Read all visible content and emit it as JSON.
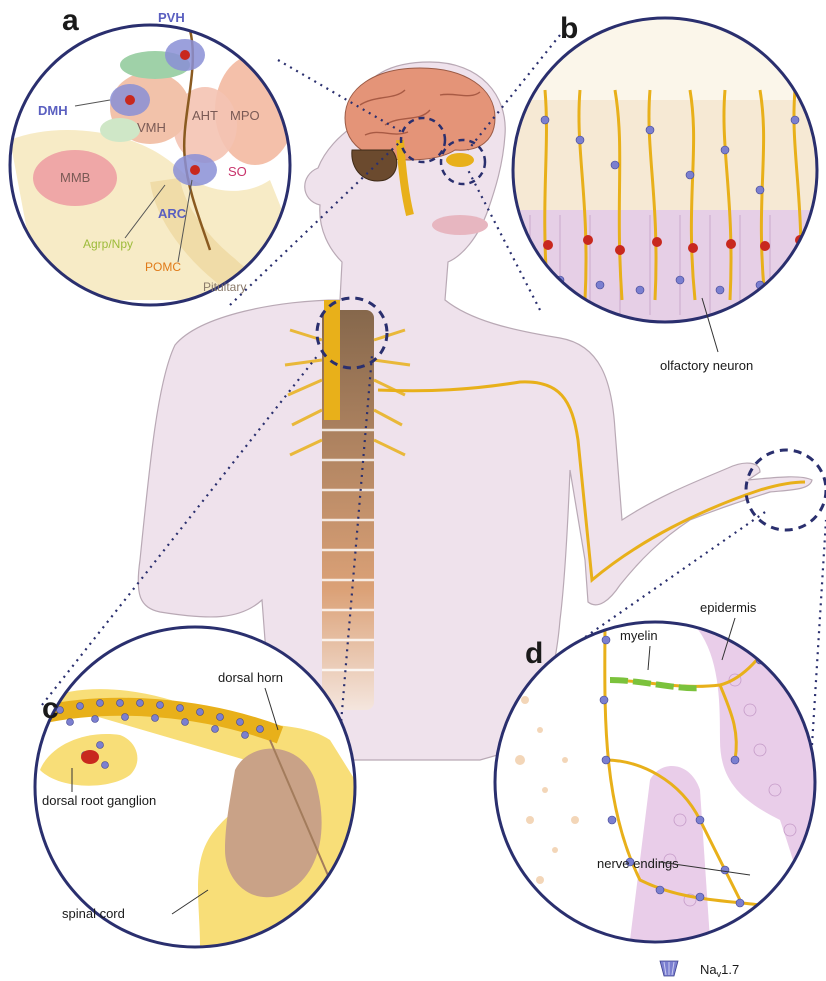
{
  "panels": {
    "a": {
      "letter": "a",
      "labels": {
        "pvh": "PVH",
        "dmh": "DMH",
        "vmh": "VMH",
        "aht": "AHT",
        "mpo": "MPO",
        "mmb": "MMB",
        "so": "SO",
        "arc": "ARC",
        "agrp": "Agrp/Npy",
        "pomc": "POMC",
        "pituitary": "Pituitary"
      }
    },
    "b": {
      "letter": "b",
      "labels": {
        "olfactory": "olfactory neuron"
      }
    },
    "c": {
      "letter": "c",
      "labels": {
        "dorsal_horn": "dorsal horn",
        "drg": "dorsal root ganglion",
        "spinal_cord": "spinal cord"
      }
    },
    "d": {
      "letter": "d",
      "labels": {
        "myelin": "myelin",
        "epidermis": "epidermis",
        "nerve_endings": "nerve endings"
      }
    }
  },
  "legend": {
    "base": "Na",
    "subscript": "v",
    "suffix": "1.7"
  },
  "colors": {
    "body": "#efe2ec",
    "nerve": "#e8b01a",
    "channel": "#6b6fc4",
    "circle_border": "#2a2f6e"
  }
}
